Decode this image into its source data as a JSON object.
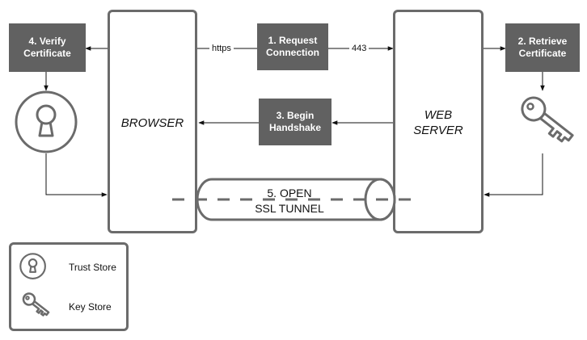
{
  "nodes": {
    "browser": "BROWSER",
    "web_server": {
      "line1": "WEB",
      "line2": "SERVER"
    }
  },
  "steps": {
    "request": {
      "line1": "1. Request",
      "line2": "Connection"
    },
    "retrieve": {
      "line1": "2. Retrieve",
      "line2": "Certificate"
    },
    "handshake": {
      "line1": "3. Begin",
      "line2": "Handshake"
    },
    "verify": {
      "line1": "4. Verify",
      "line2": "Certificate"
    },
    "tunnel": {
      "line1": "5. OPEN",
      "line2": "SSL TUNNEL"
    }
  },
  "edges": {
    "https": "https",
    "port": "443"
  },
  "legend": {
    "trust_store": "Trust Store",
    "key_store": "Key Store"
  },
  "colors": {
    "box_fill": "#616161",
    "stroke": "#6b6b6b",
    "line": "#111111"
  },
  "icons": {
    "trust_store": "keyhole-icon",
    "key_store": "key-icon"
  }
}
